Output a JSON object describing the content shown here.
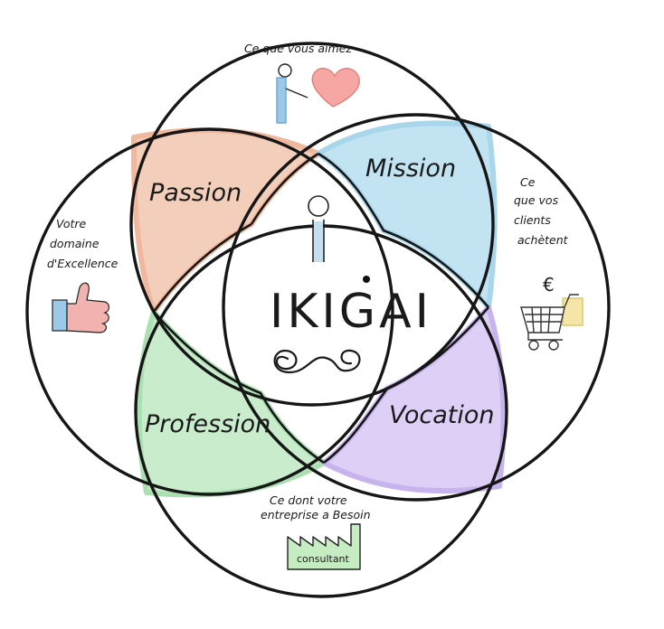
{
  "diagram": {
    "center_title": "IKIGAI",
    "petals": {
      "passion": "Passion",
      "mission": "Mission",
      "profession": "Profession",
      "vocation": "Vocation"
    },
    "circles": {
      "top": {
        "caption": [
          "Ce que vous aimez"
        ]
      },
      "left": {
        "caption": [
          "Votre",
          "domaine",
          "d'Excellence"
        ]
      },
      "right": {
        "caption": [
          "Ce",
          "que vos",
          "clients",
          "achètent"
        ]
      },
      "bottom": {
        "caption": [
          "Ce dont votre",
          "entreprise a Besoin"
        ],
        "sign": "consultant"
      }
    },
    "currency_symbol": "€",
    "colors": {
      "passion": "#f3cdb8",
      "mission": "#bfe3f2",
      "profession": "#c6ecca",
      "vocation": "#dccdf5",
      "outline": "#161616",
      "heart": "#f6a7a4",
      "person": "#9cc9e8",
      "cart": "#f5e6a8",
      "factory": "#c6ecc2"
    }
  }
}
